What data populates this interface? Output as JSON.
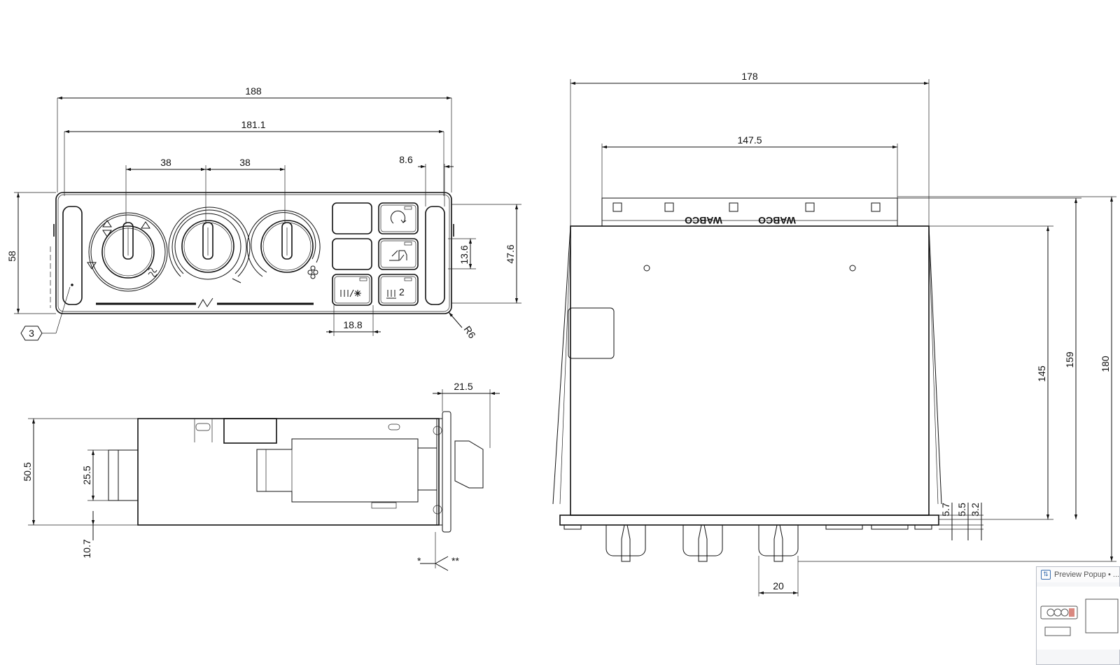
{
  "dimensions": {
    "front_188": "188",
    "front_181": "181.1",
    "front_38a": "38",
    "front_38b": "38",
    "front_8_6": "8.6",
    "front_58": "58",
    "front_47_6": "47.6",
    "front_13_6": "13.6",
    "front_18_8": "18.8",
    "front_r6": "R6",
    "side_21_5": "21.5",
    "side_50_5": "50.5",
    "side_25_5": "25.5",
    "side_10_7": "10.7",
    "side_star1": "*",
    "side_star2": "**",
    "top_178": "178",
    "top_147_5": "147.5",
    "top_145": "145",
    "top_159": "159",
    "top_180": "180",
    "top_5_7": "5.7",
    "top_5_5": "5.5",
    "top_3_2": "3.2",
    "top_20": "20"
  },
  "callouts": {
    "item_3": "3"
  },
  "brand_marks": {
    "wabco_left": "WABCO",
    "wabco_right": "WABCO"
  },
  "button_labels": {
    "rear_heat": "2"
  },
  "popup": {
    "title": "Preview Popup • ...",
    "icon": "preview-app-icon"
  }
}
